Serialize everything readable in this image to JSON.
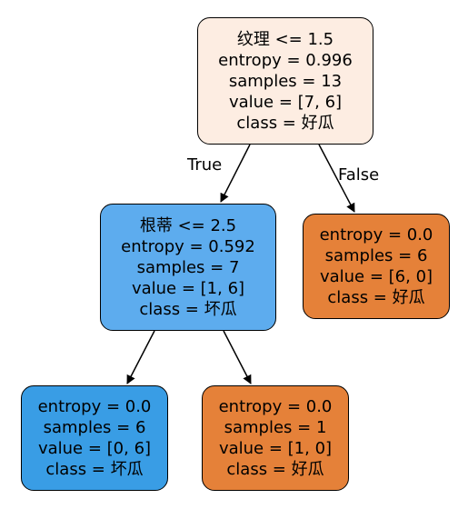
{
  "colors": {
    "node_bg_0": "#fdede2",
    "node_bg_1": "#5dacee",
    "node_bg_2": "#e58139",
    "node_bg_3": "#399de5",
    "node_bg_4": "#e58139",
    "border": "#000000",
    "edge": "#000000"
  },
  "nodes": [
    {
      "split": "纹理 <= 1.5",
      "entropy": "entropy = 0.996",
      "samples": "samples = 13",
      "value": "value = [7, 6]",
      "class": "class = 好瓜"
    },
    {
      "split": "根蒂 <= 2.5",
      "entropy": "entropy = 0.592",
      "samples": "samples = 7",
      "value": "value = [1, 6]",
      "class": "class = 坏瓜"
    },
    {
      "entropy": "entropy = 0.0",
      "samples": "samples = 6",
      "value": "value = [6, 0]",
      "class": "class = 好瓜"
    },
    {
      "entropy": "entropy = 0.0",
      "samples": "samples = 6",
      "value": "value = [0, 6]",
      "class": "class = 坏瓜"
    },
    {
      "entropy": "entropy = 0.0",
      "samples": "samples = 1",
      "value": "value = [1, 0]",
      "class": "class = 好瓜"
    }
  ],
  "edges": {
    "true_label": "True",
    "false_label": "False"
  }
}
